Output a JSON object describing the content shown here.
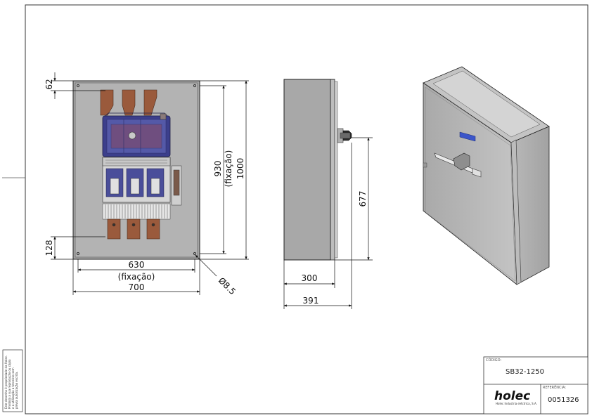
{
  "front_view": {
    "dim_62": "62",
    "dim_128": "128",
    "dim_930": "930",
    "dim_fixacao_v": "(fixação)",
    "dim_1000": "1000",
    "dim_630": "630",
    "dim_fixacao_h": "(fixação)",
    "dim_700": "700",
    "dim_hole": "Ø8.5"
  },
  "side_view": {
    "dim_677": "677",
    "dim_300": "300",
    "dim_391": "391"
  },
  "title_block": {
    "codigo_label": "CÓDIGO:",
    "codigo": "SB32-1250",
    "referencia_label": "REFERÊNCIA:",
    "referencia": "0051326",
    "logo": "holec",
    "logo_sub": "Holec Industria eléctrica, S.A."
  },
  "side_note": {
    "line1": "Este desenho é propriedade da Holec.",
    "line2": "Proibida a sua reprodução ou cópia",
    "line3": "e a utilização a terceiros sem",
    "line4": "prévia autorização escrita."
  }
}
